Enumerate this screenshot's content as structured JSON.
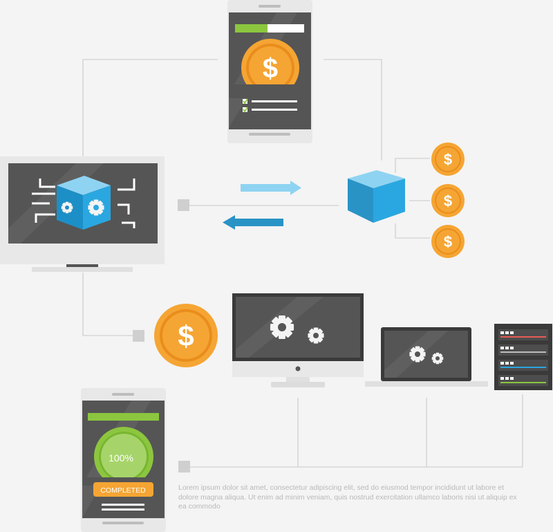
{
  "colors": {
    "background": "#f4f4f4",
    "device_frame": "#e8e8e8",
    "screen": "#555555",
    "line": "#d6d6d6",
    "coin": "#f5a533",
    "coin_dark": "#e98d1c",
    "cube_blue": "#2aa7e0",
    "cube_light": "#8fd3f2",
    "arrow_light": "#8fd3f2",
    "arrow_dark": "#2a93c6",
    "green": "#8cc63f",
    "gear": "#f4f4f4"
  },
  "nodes": {
    "top_phone": {
      "icon": "dollar-coin-icon",
      "checklist_items": 2
    },
    "left_monitor": {
      "icon": "cube-gear-icon"
    },
    "blue_cube": {
      "icon": "cube-icon"
    },
    "coin_stack": {
      "count": 3,
      "symbol": "$"
    },
    "main_coin": {
      "symbol": "$"
    },
    "desktop_monitor": {
      "icon": "gears-icon"
    },
    "laptop": {
      "icon": "gears-icon"
    },
    "server_rack": {
      "icon": "server-icon"
    },
    "bottom_phone": {
      "progress_label": "100%",
      "status_label": "COMPLETED"
    }
  },
  "caption": "Lorem ipsum dolor sit amet, consectetur adipiscing elit, sed do eiusmod tempor incididunt ut labore et dolore magna aliqua. Ut enim ad minim veniam, quis nostrud exercitation ullamco laboris nisi ut aliquip ex ea commodo"
}
